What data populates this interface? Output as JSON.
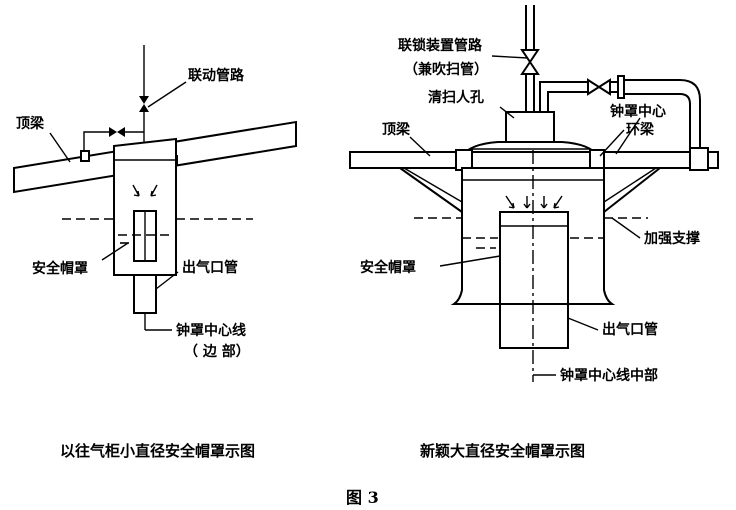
{
  "left_diagram": {
    "labels": {
      "linkage_pipe": "联动管路",
      "top_beam": "顶梁",
      "safety_hood": "安全帽罩",
      "outlet_pipe": "出气口管",
      "bell_centerline": "钟罩中心线",
      "edge_part": "（ 边 部）"
    },
    "caption": "以往气柜小直径安全帽罩示图"
  },
  "right_diagram": {
    "labels": {
      "interlock_pipe": "联锁装置管路",
      "purge_pipe": "（兼吹扫管）",
      "manhole": "清扫人孔",
      "top_beam": "顶梁",
      "bell_center": "钟罩中心",
      "ring_beam": "环梁",
      "reinforce_brace": "加强支撑",
      "safety_hood": "安全帽罩",
      "outlet_pipe": "出气口管",
      "bell_centerline_middle": "钟罩中心线中部"
    },
    "caption": "新颖大直径安全帽罩示图"
  },
  "figure_label": "图 3"
}
